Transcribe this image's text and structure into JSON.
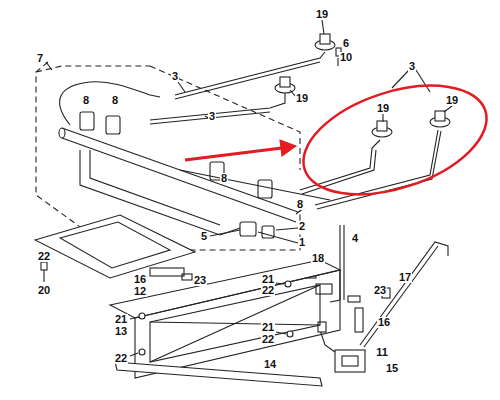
{
  "diagram": {
    "labels": [
      "19",
      "6",
      "10",
      "3",
      "7",
      "3",
      "8",
      "8",
      "19",
      "3",
      "19",
      "19",
      "8",
      "8",
      "2",
      "5",
      "1",
      "4",
      "22",
      "18",
      "20",
      "16",
      "23",
      "21",
      "17",
      "12",
      "22",
      "23",
      "21",
      "16",
      "21",
      "13",
      "22",
      "11",
      "22",
      "14",
      "15"
    ]
  }
}
